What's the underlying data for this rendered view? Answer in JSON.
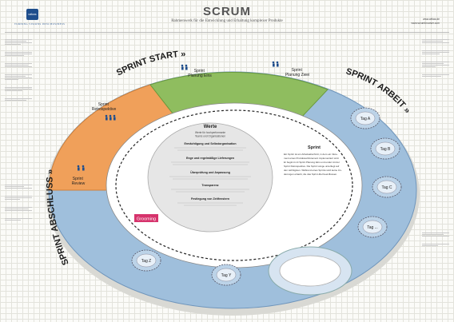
{
  "header": {
    "logo": "wibas",
    "tagline": "TURNING VISIONS INTO BUSINESS",
    "title": "SCRUM",
    "subtitle": "Rahmenwerk für die Entwicklung und Erhaltung komplexer Produkte",
    "links": [
      "www.wibas.de",
      "www.scrumbrowser.com"
    ]
  },
  "phases": {
    "sprint_start": "SPRINT START »",
    "sprint_arbeit": "SPRINT ARBEIT »",
    "sprint_abschluss": "SPRINT ABSCHLUSS »"
  },
  "events": {
    "planung_eins": [
      "Sprint",
      "Planung Eins"
    ],
    "planung_zwei": [
      "Sprint",
      "Planung Zwei"
    ],
    "retrospektive": [
      "Sprint",
      "Retrospektive"
    ],
    "review": [
      "Sprint",
      "Review"
    ],
    "grooming": "Grooming"
  },
  "days": [
    "Tag A",
    "Tag B",
    "Tag C",
    "Tag ...",
    "Tag Y",
    "Tag Z"
  ],
  "values": {
    "heading": "Werte",
    "sub": [
      "Werte für hochperformante",
      "Teams und Organisationen"
    ],
    "items": [
      "Ermächtigung und Selbstorganisation",
      "Enge und regelmäßige Lieferungen",
      "Überprüfung und Anpassung",
      "Transparenz",
      "Festlegung von Zeitfenstern"
    ]
  },
  "sprint_box": {
    "heading": "Sprint",
    "lines": [
      "Ein Sprint ist ein Arbeitsabschnitt, in dem ein Inkre-",
      "ment eines Produktes/Inkrement implementiert wird.",
      "Er beginnt mit Sprint Planung Eins und endet mit der",
      "Sprint Retrospektive. Die Sprint Länge unterliegt auf",
      "den wichtigsten. Während eines Sprints wird keine Än-",
      "derungen erlaubt, die das Sprint-Ziel beeinflussen."
    ]
  },
  "colors": {
    "start": "#8fbd5f",
    "arbeit": "#9fbfdc",
    "abschluss": "#f0a05a",
    "inner": "#ffffff",
    "values_bg": "#e6e6e6",
    "grooming": "#d6336c"
  }
}
